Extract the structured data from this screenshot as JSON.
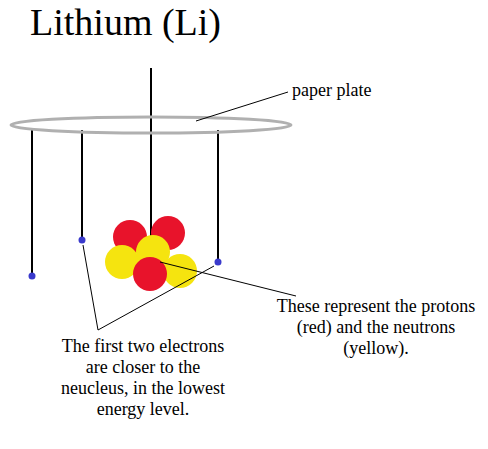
{
  "diagram": {
    "title": "Lithium (Li)",
    "labels": [
      "paper plate",
      "These represent the protons (red) and the neutrons (yellow).",
      "The first two electrons are closer to the neucleus, in the lowest energy level."
    ]
  }
}
